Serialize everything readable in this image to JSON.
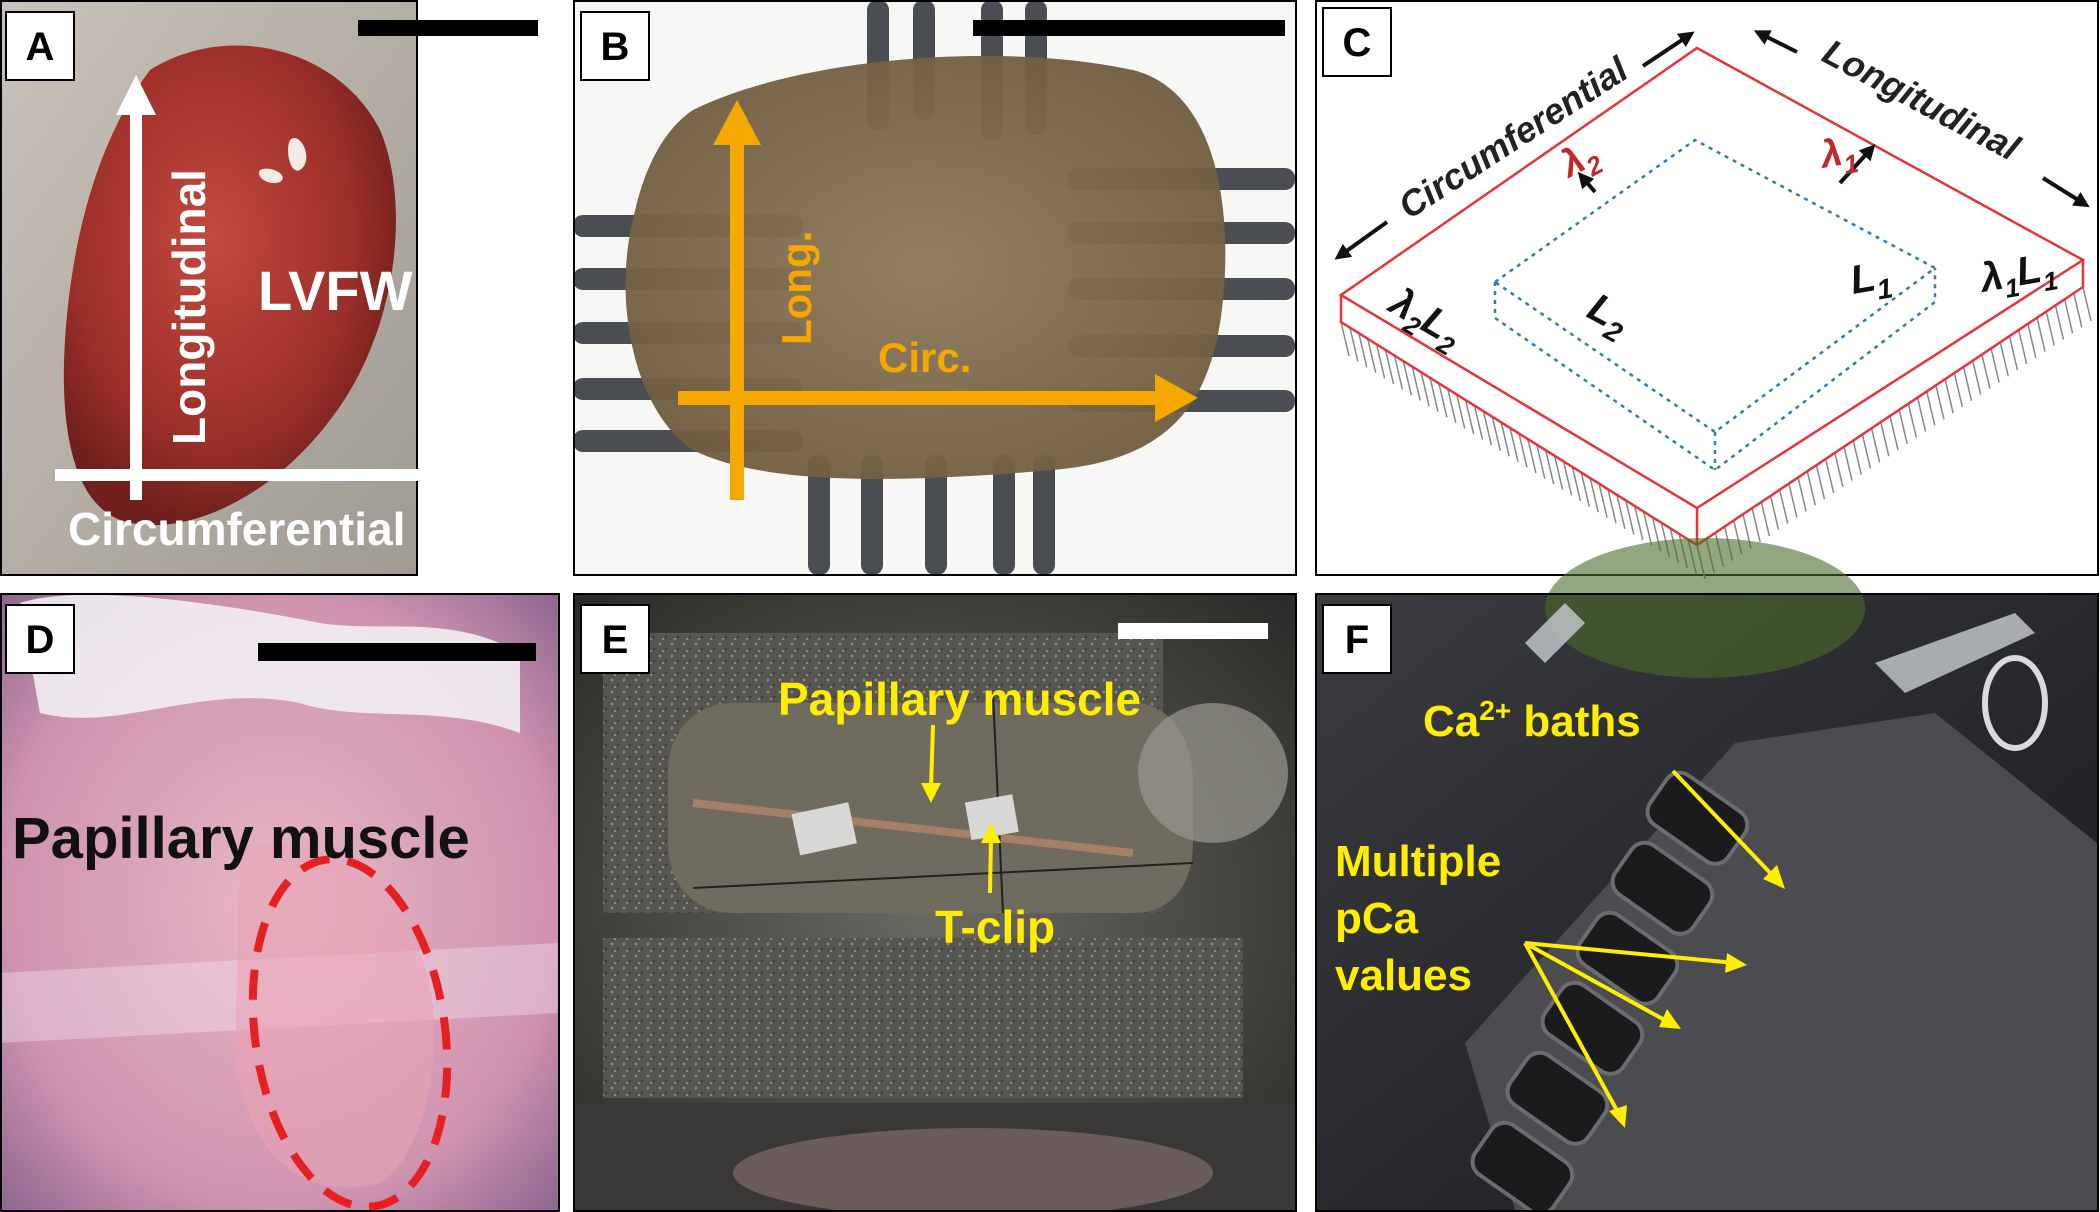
{
  "panels": {
    "A": {
      "letter": "A",
      "longitudinal": "Longitudinal",
      "circumferential": "Circumferential",
      "region": "LVFW"
    },
    "B": {
      "letter": "B",
      "long": "Long.",
      "circ": "Circ."
    },
    "C": {
      "letter": "C",
      "circumferential": "Circumferential",
      "longitudinal": "Longitudinal",
      "lambda1": "λ",
      "lambda1_sub": "1",
      "lambda2": "λ",
      "lambda2_sub": "2",
      "L1": "L",
      "L1_sub": "1",
      "L2": "L",
      "L2_sub": "2",
      "lambda1L1_a": "λ",
      "lambda1L1_a_sub": "1",
      "lambda1L1_b": "L",
      "lambda1L1_b_sub": "1",
      "lambda2L2_a": "λ",
      "lambda2L2_a_sub": "2",
      "lambda2L2_b": "L",
      "lambda2L2_b_sub": "2"
    },
    "D": {
      "letter": "D",
      "title": "Papillary muscle"
    },
    "E": {
      "letter": "E",
      "muscle": "Papillary muscle",
      "clip": "T-clip"
    },
    "F": {
      "letter": "F",
      "ca": "Ca",
      "ca_sup": "2+",
      "baths": " baths",
      "multiple_1": "Multiple",
      "multiple_2": "pCa",
      "multiple_3": "values"
    }
  },
  "colors": {
    "arrow_orange": "#f5a800",
    "label_yellow": "#ffee00",
    "outline_red": "#e53535",
    "dotted_blue": "#2a7fc0",
    "lambda_red": "#c62828",
    "ellipse_red": "#e62020"
  }
}
